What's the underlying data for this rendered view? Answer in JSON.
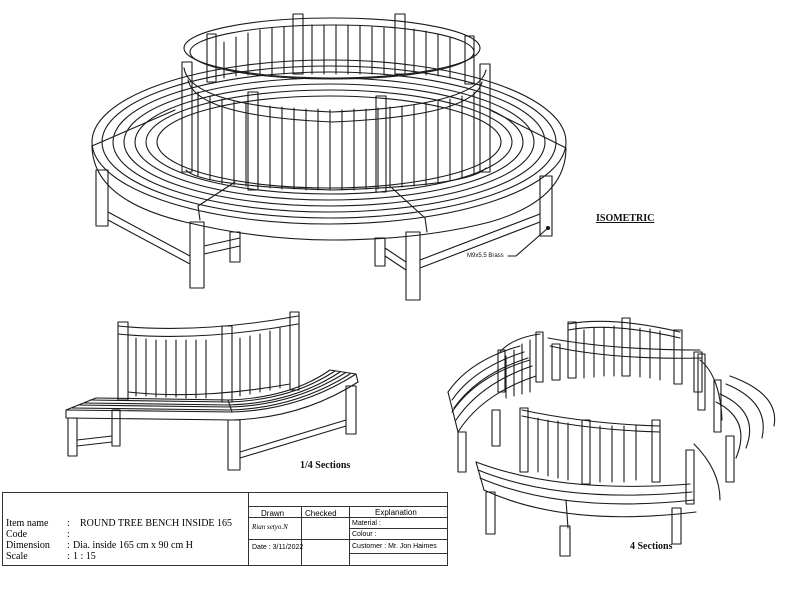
{
  "views": {
    "isometric_label": "ISOMETRIC",
    "quarter_label": "1/4 Sections",
    "four_label": "4 Sections",
    "fastener_note": "M9x5.5 Brass"
  },
  "title_block": {
    "rows": [
      {
        "key": "Item name",
        "sep": ":",
        "value": "ROUND TREE BENCH INSIDE 165"
      },
      {
        "key": "Code",
        "sep": ":",
        "value": ""
      },
      {
        "key": "Dimension",
        "sep": ":",
        "value": "Dia. inside 165 cm x 90 cm H"
      },
      {
        "key": "Scale",
        "sep": ":",
        "value": "1 : 15"
      }
    ],
    "drawn_header": "Drawn",
    "checked_header": "Checked",
    "explanation_header": "Explanation",
    "drawn_signature": "Rian setyo.N",
    "date": "Date : 3/11/2022",
    "material": "Material :",
    "colour": "Colour   :",
    "customer": "Customer : Mr. Jon Haimes"
  }
}
